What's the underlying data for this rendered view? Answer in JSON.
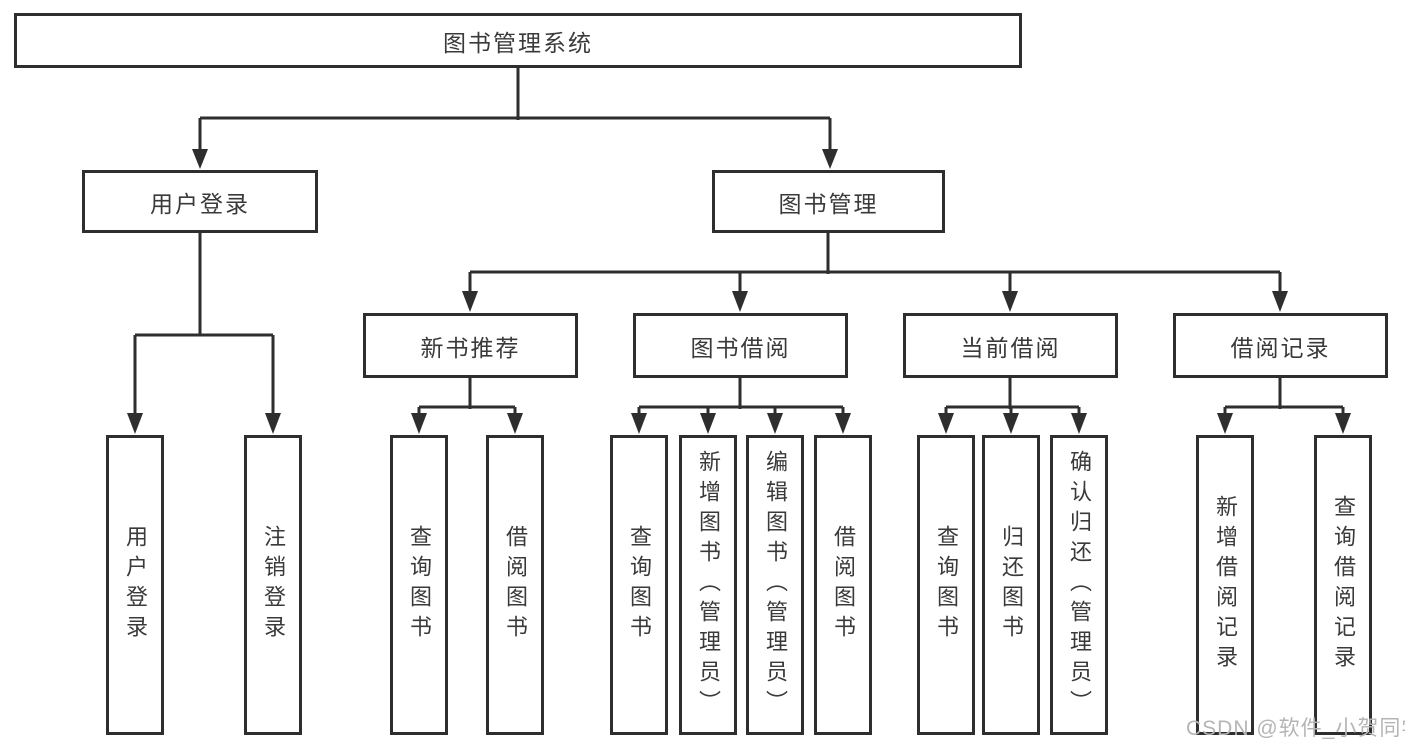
{
  "tree": {
    "label": "图书管理系统",
    "children": [
      {
        "label": "用户登录",
        "children": [
          {
            "label": "用户登录"
          },
          {
            "label": "注销登录"
          }
        ]
      },
      {
        "label": "图书管理",
        "children": [
          {
            "label": "新书推荐",
            "children": [
              {
                "label": "查询图书"
              },
              {
                "label": "借阅图书"
              }
            ]
          },
          {
            "label": "图书借阅",
            "children": [
              {
                "label": "查询图书"
              },
              {
                "label": "新增图书（管理员）"
              },
              {
                "label": "编辑图书（管理员）"
              },
              {
                "label": "借阅图书"
              }
            ]
          },
          {
            "label": "当前借阅",
            "children": [
              {
                "label": "查询图书"
              },
              {
                "label": "归还图书"
              },
              {
                "label": "确认归还（管理员）"
              }
            ]
          },
          {
            "label": "借阅记录",
            "children": [
              {
                "label": "新增借阅记录"
              },
              {
                "label": "查询借阅记录"
              }
            ]
          }
        ]
      }
    ]
  },
  "watermark": {
    "text": "CSDN @软件_小贺同学"
  },
  "colors": {
    "line": "#2e2e2e",
    "box_border": "#2e2e2e",
    "text": "#3a3a3a",
    "box_background": "#ffffff",
    "background": "#ffffff",
    "watermark": "#b5b5b5"
  }
}
